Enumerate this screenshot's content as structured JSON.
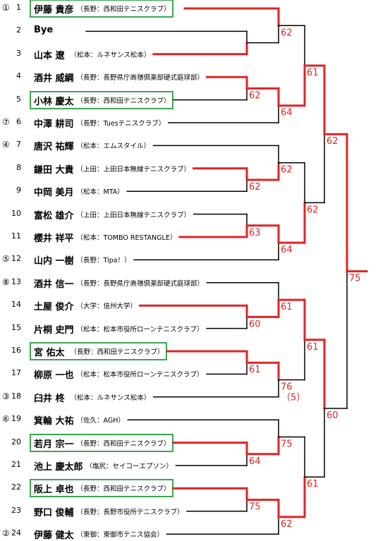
{
  "colors": {
    "winner_line": "#e02424",
    "normal_line": "#000000",
    "score": "#e02424",
    "highlight_box": "#3aa64f"
  },
  "players": [
    {
      "seed": "①",
      "no": "1",
      "name": "伊藤 貴彦",
      "club": "（長野：西和田テニスクラブ）",
      "highlight": true
    },
    {
      "seed": "",
      "no": "2",
      "name": "Bye",
      "club": "",
      "highlight": false
    },
    {
      "seed": "",
      "no": "3",
      "name": "山本 遼",
      "club": "（松本：ルネサンス松本）",
      "highlight": false
    },
    {
      "seed": "",
      "no": "4",
      "name": "酒井 威綱",
      "club": "（長野：長野県庁高嶺倶楽部硬式庭球部）",
      "highlight": false
    },
    {
      "seed": "",
      "no": "5",
      "name": "小林 慶太",
      "club": "（長野：西和田テニスクラブ）",
      "highlight": true
    },
    {
      "seed": "⑦",
      "no": "6",
      "name": "中澤 耕司",
      "club": "（長野：Tuesテニスクラブ）",
      "highlight": false
    },
    {
      "seed": "④",
      "no": "7",
      "name": "唐沢 祐輝",
      "club": "（松本：エムスタイル）",
      "highlight": false
    },
    {
      "seed": "",
      "no": "8",
      "name": "鎌田 大貴",
      "club": "（上田：上田日本無線テニスクラブ）",
      "highlight": false
    },
    {
      "seed": "",
      "no": "9",
      "name": "中岡 美月",
      "club": "（松本：MTA）",
      "highlight": false
    },
    {
      "seed": "",
      "no": "10",
      "name": "富松 雄介",
      "club": "（上田：上田日本無線テニスクラブ）",
      "highlight": false
    },
    {
      "seed": "",
      "no": "11",
      "name": "櫻井 祥平",
      "club": "（松本：TOMBO RESTANGLE）",
      "highlight": false
    },
    {
      "seed": "⑤",
      "no": "12",
      "name": "山内 一樹",
      "club": "（長野：Tipa！）",
      "highlight": false
    },
    {
      "seed": "⑧",
      "no": "13",
      "name": "酒井 信一",
      "club": "（長野：長野県庁高嶺倶楽部硬式庭球部）",
      "highlight": false
    },
    {
      "seed": "",
      "no": "14",
      "name": "土屋 俊介",
      "club": "（大学：信州大学）",
      "highlight": false
    },
    {
      "seed": "",
      "no": "15",
      "name": "片桐 史門",
      "club": "（松本：松本市役所ローンテニスクラブ）",
      "highlight": false
    },
    {
      "seed": "",
      "no": "16",
      "name": "宮 佑太",
      "club": "（長野：西和田テニスクラブ）",
      "highlight": true
    },
    {
      "seed": "",
      "no": "17",
      "name": "柳原 一也",
      "club": "（松本：松本市役所ローンテニスクラブ）",
      "highlight": false
    },
    {
      "seed": "③",
      "no": "18",
      "name": "臼井 柊",
      "club": "（松本：ルネサンス松本）",
      "highlight": false
    },
    {
      "seed": "⑥",
      "no": "19",
      "name": "箕輪 大祐",
      "club": "（佐久：AGH）",
      "highlight": false
    },
    {
      "seed": "",
      "no": "20",
      "name": "若月 宗一",
      "club": "（長野：西和田テニスクラブ）",
      "highlight": true
    },
    {
      "seed": "",
      "no": "21",
      "name": "池上 慶太郎",
      "club": "（塩尻：セイコーエプソン）",
      "highlight": false
    },
    {
      "seed": "",
      "no": "22",
      "name": "阪上 卓也",
      "club": "（長野：西和田テニスクラブ）",
      "highlight": true
    },
    {
      "seed": "",
      "no": "23",
      "name": "野口 俊輔",
      "club": "（長野：長野市役所テニスクラブ）",
      "highlight": false
    },
    {
      "seed": "②",
      "no": "24",
      "name": "伊藤 健太",
      "club": "（東御：東御市テニス協会）",
      "highlight": false
    }
  ],
  "matches": [
    {
      "id": "r1a",
      "a": 1,
      "b": 2,
      "winner": "b",
      "score": "",
      "level": 1
    },
    {
      "id": "r2a",
      "a": 0,
      "b": "r1a",
      "winner": "a",
      "score": "62",
      "level": 2
    },
    {
      "id": "r1b",
      "a": 3,
      "b": 4,
      "winner": "a",
      "score": "62",
      "level": 1
    },
    {
      "id": "r2b",
      "a": "r1b",
      "b": 5,
      "winner": "a",
      "score": "64",
      "level": 2
    },
    {
      "id": "r3a",
      "a": "r2a",
      "b": "r2b",
      "winner": "b",
      "score": "61",
      "level": 3
    },
    {
      "id": "r1c",
      "a": 7,
      "b": 8,
      "winner": "a",
      "score": "62",
      "level": 1
    },
    {
      "id": "r2c",
      "a": 6,
      "b": "r1c",
      "winner": "b",
      "score": "62",
      "level": 2
    },
    {
      "id": "r1d",
      "a": 9,
      "b": 10,
      "winner": "b",
      "score": "63",
      "level": 1
    },
    {
      "id": "r2d",
      "a": "r1d",
      "b": 11,
      "winner": "a",
      "score": "64",
      "level": 2
    },
    {
      "id": "r3b",
      "a": "r2c",
      "b": "r2d",
      "winner": "b",
      "score": "62",
      "level": 3
    },
    {
      "id": "r4a",
      "a": "r3a",
      "b": "r3b",
      "winner": "a",
      "score": "62",
      "level": 4
    },
    {
      "id": "r1e",
      "a": 13,
      "b": 14,
      "winner": "a",
      "score": "60",
      "level": 1
    },
    {
      "id": "r2e",
      "a": 12,
      "b": "r1e",
      "winner": "b",
      "score": "61",
      "level": 2
    },
    {
      "id": "r1f",
      "a": 15,
      "b": 16,
      "winner": "a",
      "score": "61",
      "level": 1
    },
    {
      "id": "r2f",
      "a": "r1f",
      "b": 17,
      "winner": "a",
      "score": "76",
      "sub": "（5）",
      "level": 2
    },
    {
      "id": "r3c",
      "a": "r2e",
      "b": "r2f",
      "winner": "a",
      "score": "61",
      "level": 3
    },
    {
      "id": "r1g",
      "a": 19,
      "b": 20,
      "winner": "a",
      "score": "64",
      "level": 1
    },
    {
      "id": "r2g",
      "a": 18,
      "b": "r1g",
      "winner": "b",
      "score": "75",
      "level": 2
    },
    {
      "id": "r1h",
      "a": 21,
      "b": 22,
      "winner": "a",
      "score": "75",
      "level": 1
    },
    {
      "id": "r2h",
      "a": "r1h",
      "b": 23,
      "winner": "a",
      "score": "62",
      "level": 2
    },
    {
      "id": "r3d",
      "a": "r2g",
      "b": "r2h",
      "winner": "b",
      "score": "61",
      "level": 3
    },
    {
      "id": "r4b",
      "a": "r3c",
      "b": "r3d",
      "winner": "a",
      "score": "60",
      "level": 4
    },
    {
      "id": "final",
      "a": "r4a",
      "b": "r4b",
      "winner": "a",
      "score": "75",
      "level": 5
    }
  ]
}
